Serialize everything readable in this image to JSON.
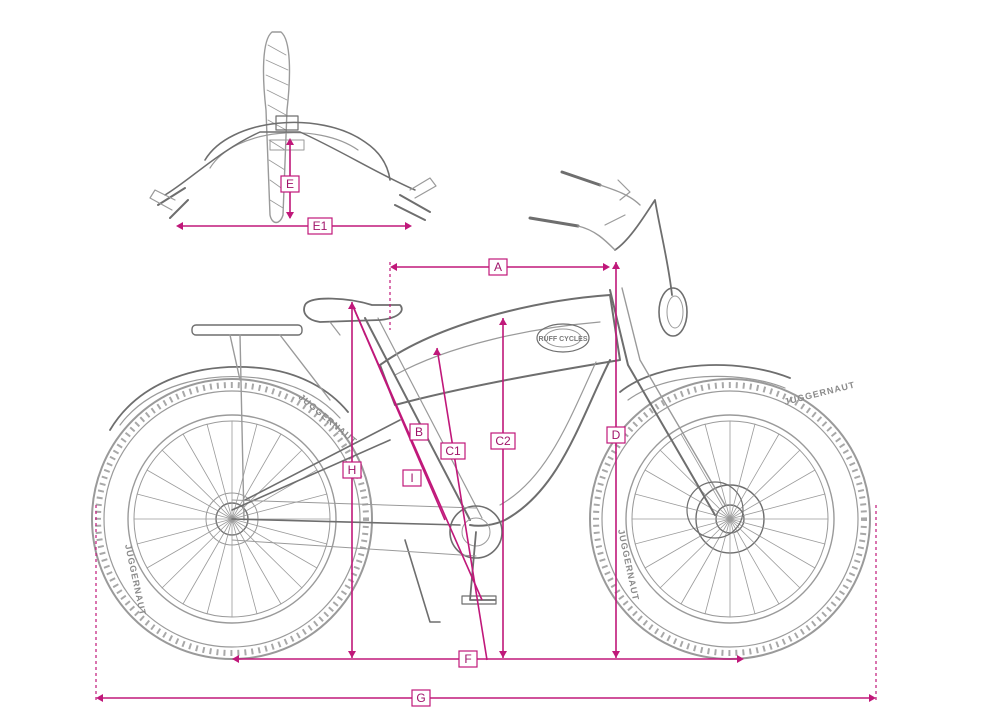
{
  "diagram": {
    "subject": "fat tire e-bike geometry sketch",
    "line_color": "#c0187a",
    "sketch_color": "#9a9a9a",
    "dimension_labels": {
      "A": "A",
      "B": "B",
      "C1": "C1",
      "C2": "C2",
      "D": "D",
      "E": "E",
      "E1": "E1",
      "F": "F",
      "G": "G",
      "H": "H",
      "I": "I"
    },
    "tyre_text": {
      "rear_top": "JUGGERNAUT",
      "rear_side": "JUGGERNAUT",
      "front_top": "JUGGERNAUT",
      "front_side": "JUGGERNAUT"
    },
    "badge_text": "RUFF CYCLES"
  }
}
